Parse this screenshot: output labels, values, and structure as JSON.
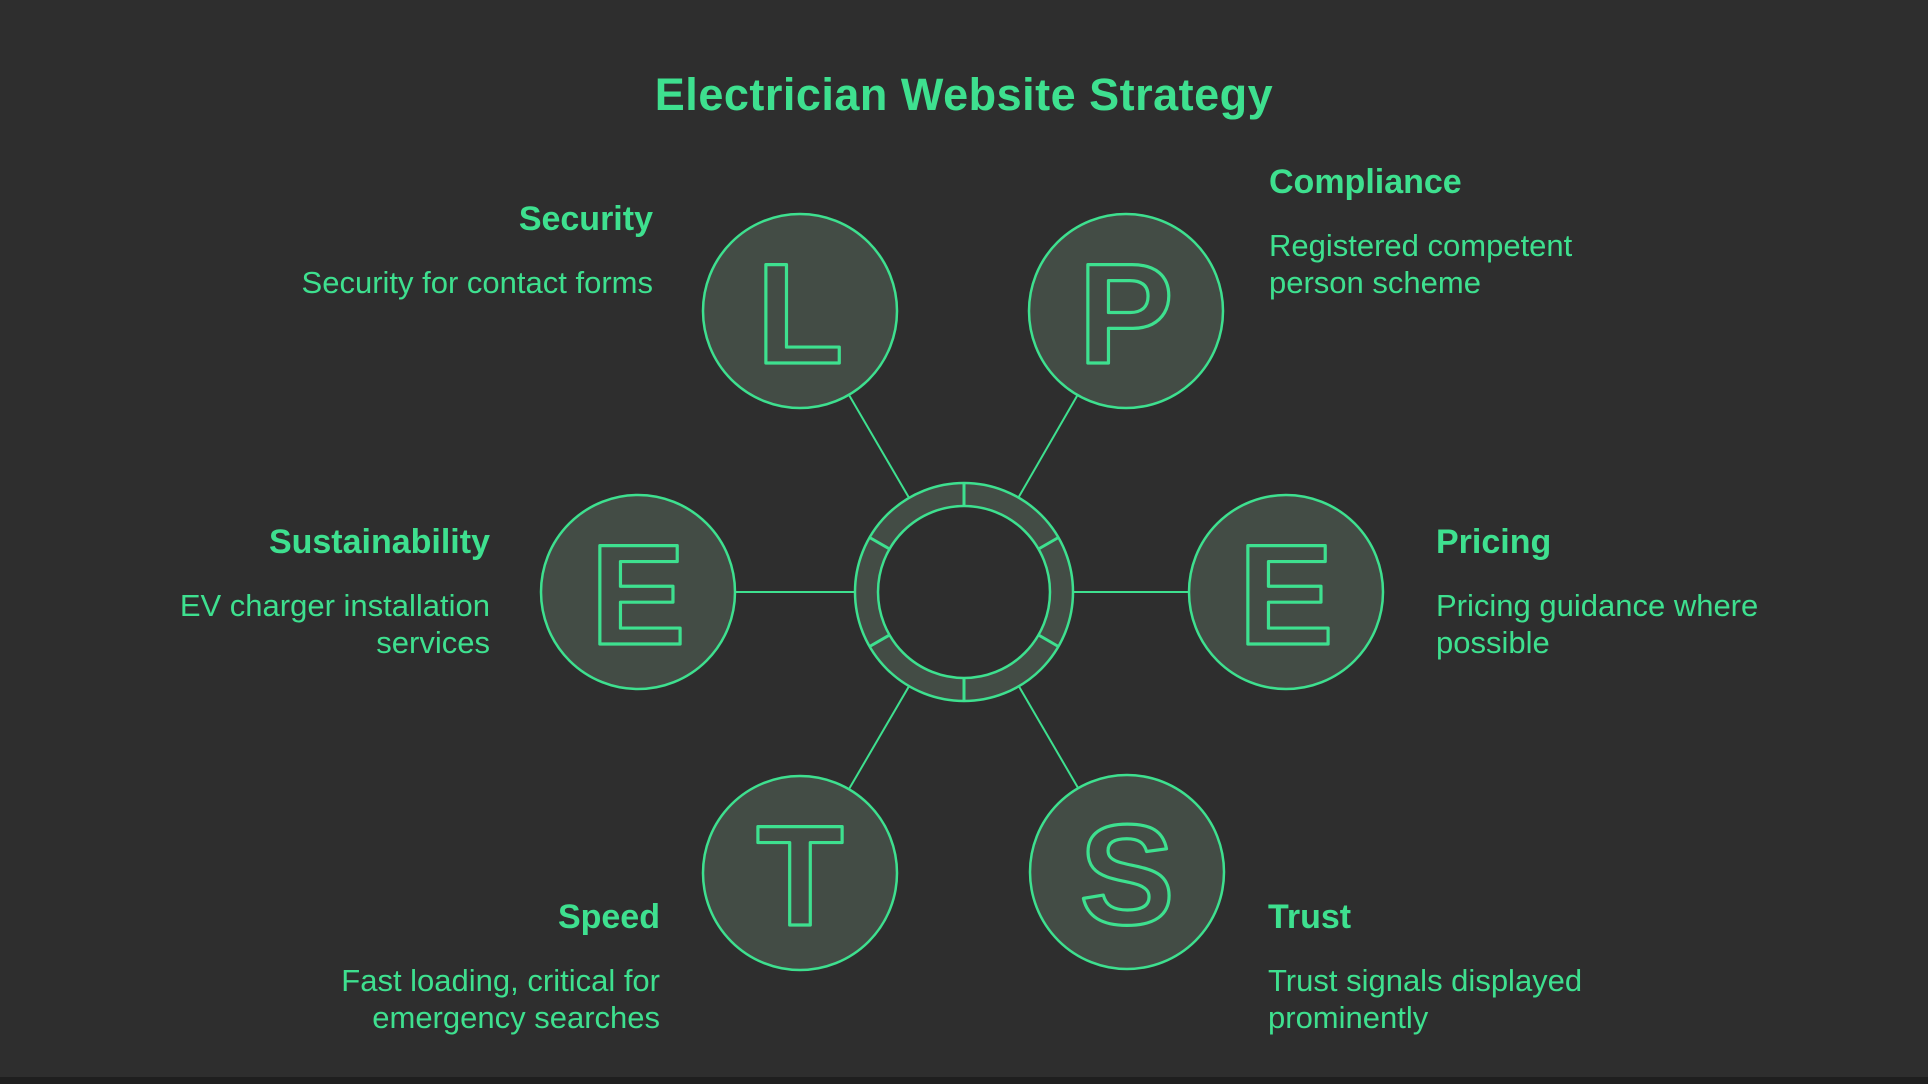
{
  "title": "Electrician Website Strategy",
  "colors": {
    "background": "#2e2e2e",
    "accent_green": "#3ee08f",
    "node_fill": "#434c45",
    "bottom_strip": "#1f1f1f"
  },
  "hub": {
    "segments": 6,
    "shape": "segmented-ring"
  },
  "nodes": [
    {
      "letter": "L",
      "label": "Security",
      "description": "Security for contact forms",
      "position": "top-left"
    },
    {
      "letter": "P",
      "label": "Compliance",
      "description": "Registered competent person scheme",
      "position": "top-right"
    },
    {
      "letter": "E",
      "label": "Sustainability",
      "description": "EV charger installation services",
      "position": "middle-left"
    },
    {
      "letter": "E",
      "label": "Pricing",
      "description": "Pricing guidance where possible",
      "position": "middle-right"
    },
    {
      "letter": "T",
      "label": "Speed",
      "description": "Fast loading, critical for emergency searches",
      "position": "bottom-left"
    },
    {
      "letter": "S",
      "label": "Trust",
      "description": "Trust signals displayed prominently",
      "position": "bottom-right"
    }
  ]
}
